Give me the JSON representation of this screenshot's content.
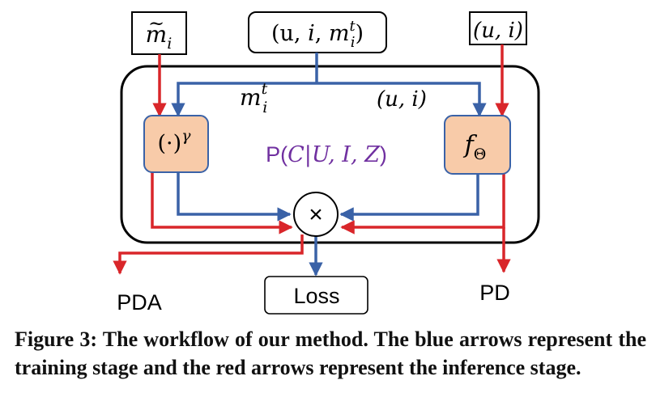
{
  "diagram": {
    "inputs": {
      "m_tilde": {
        "base": "m",
        "accent": "~",
        "sub": "i"
      },
      "triple": {
        "open": "(",
        "u": "u",
        "sep1": ", ",
        "i": "i",
        "sep2": ", ",
        "m": "m",
        "sup": "t",
        "sub": "i",
        "close": ")"
      },
      "pair": {
        "text": "(u, i)"
      }
    },
    "labels": {
      "mit": {
        "base": "m",
        "sup": "t",
        "sub": "i"
      },
      "ui": {
        "text": "(u, i)"
      },
      "probability": {
        "prefix": "P(",
        "body": "C|U, I, Z",
        "suffix": ")"
      }
    },
    "nodes": {
      "power": {
        "text": "(·)",
        "sup": "γ"
      },
      "f_theta": {
        "base": "f",
        "sub": "Θ"
      },
      "multiply": {
        "symbol": "×"
      },
      "loss": {
        "text": "Loss"
      }
    },
    "outputs": {
      "pda": "PDA",
      "pd": "PD"
    },
    "colors": {
      "training_arrow": "#3a62a7",
      "inference_arrow": "#d9262a",
      "operator_fill": "#f8cba9",
      "operator_stroke": "#3a62a7",
      "probability_text": "#7030a0",
      "frame": "#000000"
    }
  },
  "caption": {
    "text": "Figure 3: The workflow of our method. The blue arrows represent the training stage and the red arrows represent the inference stage."
  }
}
